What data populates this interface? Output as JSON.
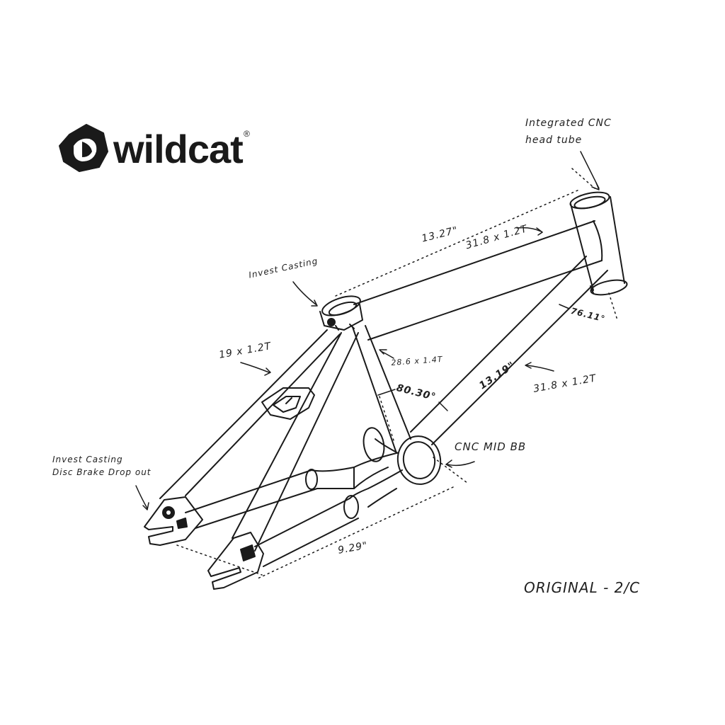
{
  "brand": {
    "name": "wildcat",
    "registered": "®"
  },
  "labels": {
    "head_tube_1": "Integrated CNC",
    "head_tube_2": "head tube",
    "seat_cluster": "Invest Casting",
    "top_tube_length": "13.27\"",
    "top_tube_spec": "31.8 x 1.2T",
    "head_angle": "76.11°",
    "seat_stay_spec": "19 x 1.2T",
    "seat_tube_spec": "28.6 x 1.4T",
    "seat_angle": "80.30°",
    "down_tube_length": "13.19\"",
    "down_tube_spec": "31.8 x 1.2T",
    "bb": "CNC MID BB",
    "dropout_1": "Invest Casting",
    "dropout_2": "Disc Brake Drop out",
    "chainstay_length": "9.29\"",
    "version": "ORIGINAL - 2/C"
  },
  "colors": {
    "line": "#1a1a1a",
    "background": "#ffffff"
  }
}
